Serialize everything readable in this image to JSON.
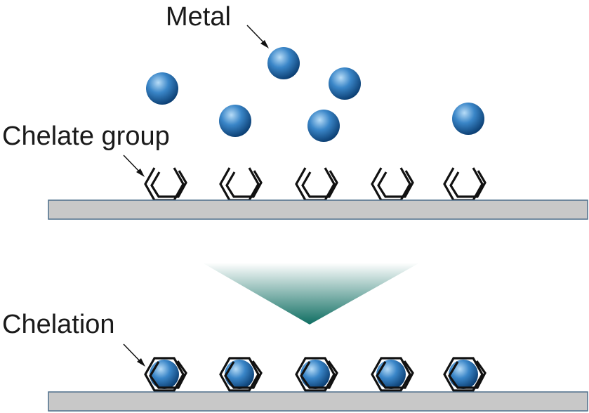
{
  "labels": {
    "metal": "Metal",
    "chelate_group": "Chelate group",
    "chelation": "Chelation"
  },
  "colors": {
    "metal_light": "#b7dcf7",
    "metal_mid": "#3a86c8",
    "metal_dark": "#0b3e72",
    "substrate_fill": "#c8c8c8",
    "substrate_border": "#4d6e8a",
    "arrow_top": "#ffffff",
    "arrow_bottom": "#0f6e62",
    "ligand_stroke": "#111111"
  },
  "counts": {
    "free_metals": 6,
    "chelate_groups": 5,
    "chelated_sites": 5
  }
}
